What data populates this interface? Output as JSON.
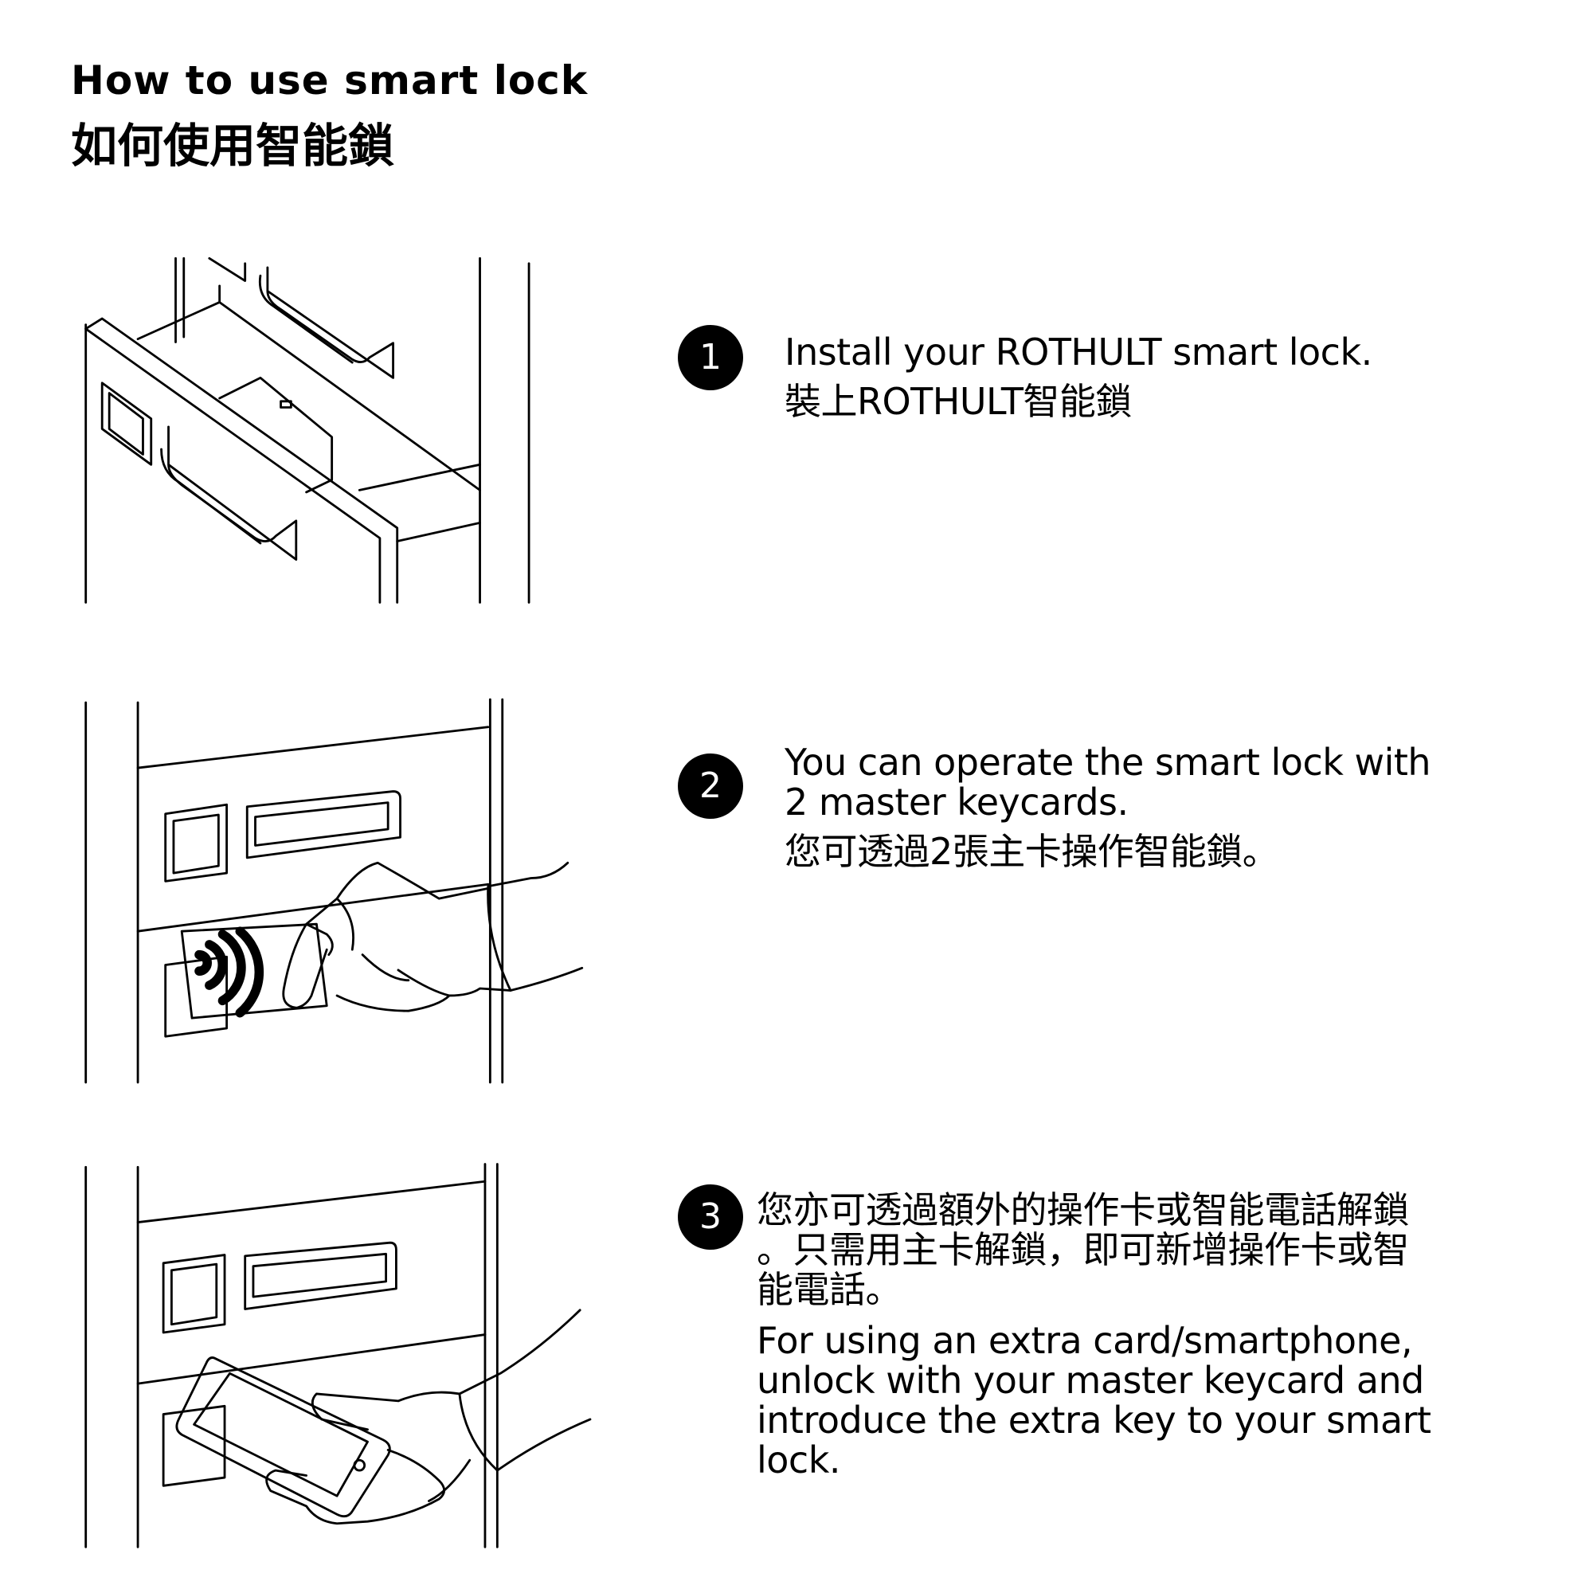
{
  "title": {
    "en": "How to use smart lock",
    "zh": "如何使用智能鎖"
  },
  "steps": [
    {
      "number": "1",
      "lines": [
        "Install your ROTHULT smart lock.",
        "裝上ROTHULT智能鎖"
      ]
    },
    {
      "number": "2",
      "lines": [
        "You can operate the smart lock with",
        "2 master keycards.",
        "您可透過2張主卡操作智能鎖。"
      ]
    },
    {
      "number": "3",
      "lines": [
        "您亦可透過額外的操作卡或智能電話解鎖",
        "。只需用主卡解鎖，即可新增操作卡或智",
        "能電話。",
        "For using an extra card/smartphone,",
        "unlock with your master keycard and",
        "introduce the extra key to your smart",
        "lock."
      ]
    }
  ]
}
